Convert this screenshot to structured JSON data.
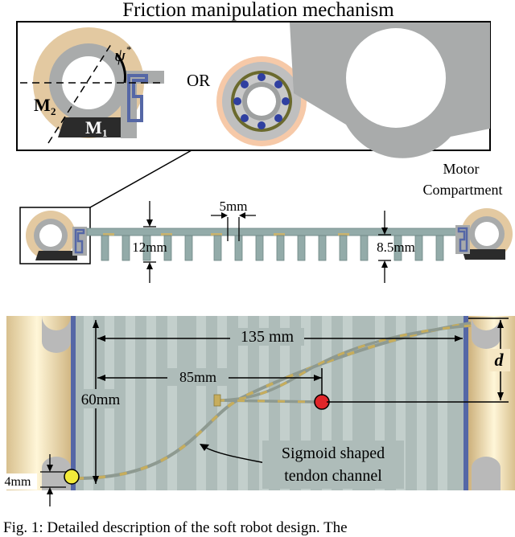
{
  "title": "Friction manipulation mechanism",
  "inset": {
    "or_label": "OR",
    "psi_label": "ψ",
    "psi_sup": "*",
    "m2_label": "M",
    "m2_sub": "2",
    "m1_label": "M",
    "m1_sub": "1"
  },
  "side_view": {
    "motor_line1": "Motor",
    "motor_line2": "Compartment",
    "dim_5mm": "5mm",
    "dim_12mm": "12mm",
    "dim_8_5mm": "8.5mm"
  },
  "top_view": {
    "dim_135": "135 mm",
    "dim_85": "85mm",
    "dim_60": "60mm",
    "dim_d": "d",
    "dim_4": "4mm",
    "tendon_line1": "Sigmoid shaped",
    "tendon_line2": "tendon channel"
  },
  "caption": "Fig. 1: Detailed description of the soft robot design. The",
  "colors": {
    "tan": "#e3c9a1",
    "gray": "#a9abab",
    "dark": "#2b2b2b",
    "blue": "#5567a6",
    "red": "#e0262a",
    "yellow": "#f2ea3a",
    "teal": "#93aba9"
  }
}
